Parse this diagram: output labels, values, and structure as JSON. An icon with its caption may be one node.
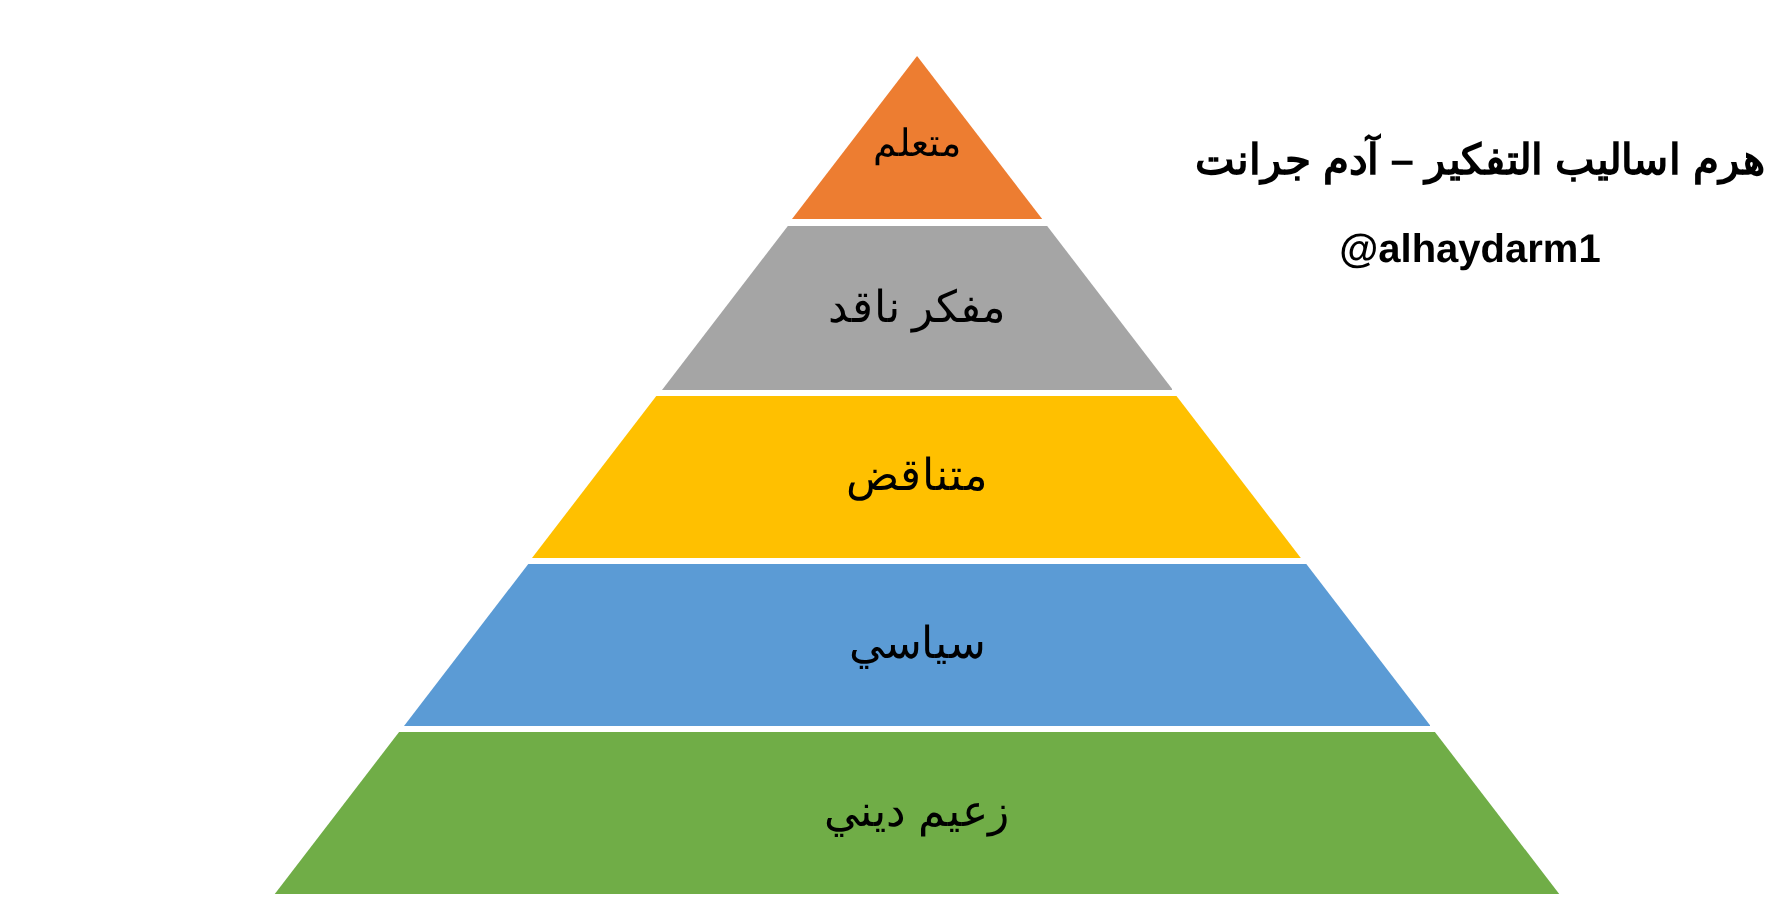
{
  "diagram": {
    "title": "هرم اساليب التفكير – آدم جرانت",
    "nodes": [
      {
        "text": [
          "متعلم"
        ]
      },
      {
        "text": [
          "مفكر ناقد"
        ]
      },
      {
        "text": [
          "متناقض"
        ]
      },
      {
        "text": [
          "سياسي"
        ]
      },
      {
        "text": [
          "زعيم ديني"
        ]
      }
    ],
    "labels": [
      "@alhaydarm1"
    ]
  }
}
